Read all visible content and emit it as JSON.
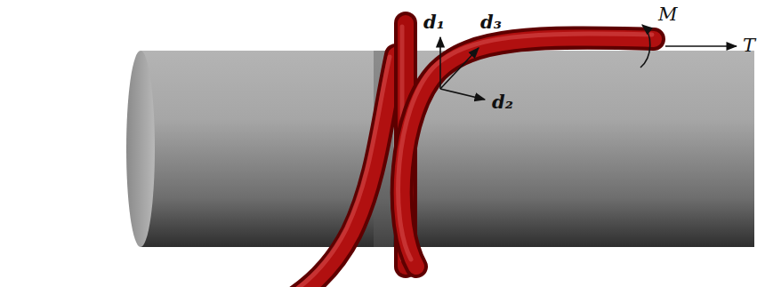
{
  "diagram": {
    "labels": [
      "d₁",
      "d₃",
      "d₂",
      "M",
      "T",
      "M",
      "T"
    ]
  }
}
